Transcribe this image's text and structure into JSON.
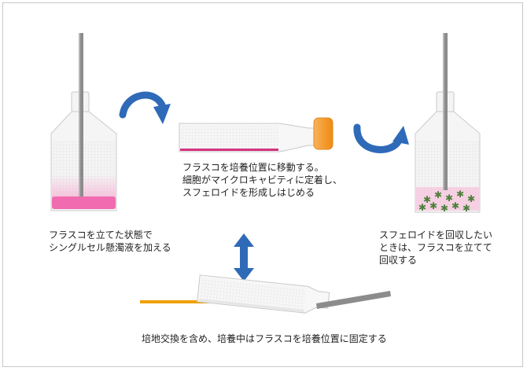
{
  "labels": {
    "step1": [
      "フラスコを立てた状態で",
      "シングルセル懸濁液を加える"
    ],
    "step2": [
      "フラスコを培養位置に移動する。",
      "細胞がマイクロキャビティに定着し、",
      "スフェロイドを形成しはじめる"
    ],
    "step3": [
      "スフェロイドを回収したい",
      "ときは、フラスコを立てて",
      "回収する"
    ],
    "step4": "培地交換を含め、培養中はフラスコを培養位置に固定する"
  },
  "colors": {
    "media": "#f06bb0",
    "media_line": "#d6337f",
    "arrow_blue": "#2f6ab8",
    "cap_orange": "#f39a2a",
    "base_orange": "#f0a000",
    "spheroid_green": "#4d7f3a",
    "pipette_gray": "#8c8c8c"
  },
  "icons": [
    "curved-arrow-icon",
    "double-arrow-icon",
    "spheroid-icon",
    "pipette-icon"
  ]
}
